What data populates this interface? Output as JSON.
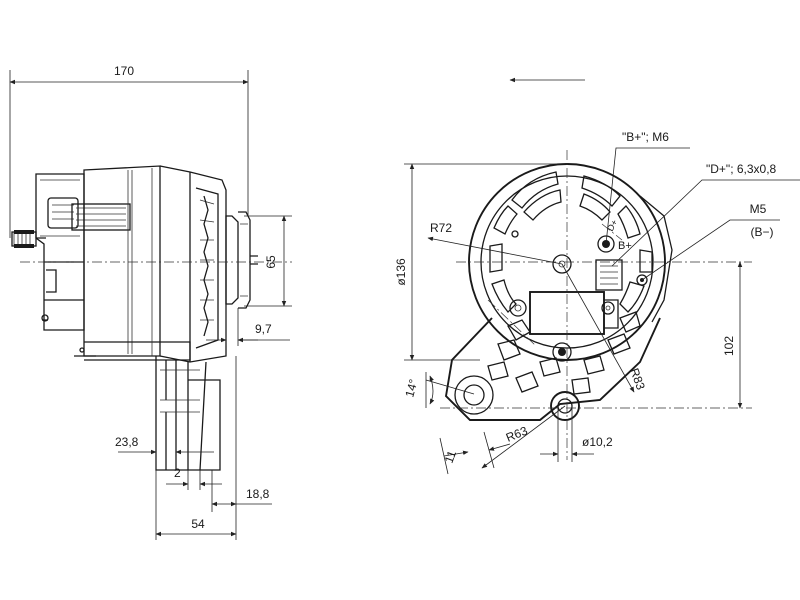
{
  "side_view": {
    "dims": {
      "overall_width": "170",
      "pulley_diameter": "65",
      "pulley_offset": "9,7",
      "mount_offset": "23,8",
      "foot_gap": "2",
      "foot_width": "18,8",
      "foot_span": "54"
    }
  },
  "front_view": {
    "callouts": {
      "b_plus_terminal": "\"B+\"; M6",
      "d_plus_terminal": "\"D+\"; 6,3x0,8",
      "m5_thread": "M5",
      "b_minus": "(B−)",
      "b_plus_mark": "B+",
      "d_plus_mark": "D+"
    },
    "dims": {
      "housing_diameter": "ø136",
      "radius_r72": "R72",
      "radius_r83": "R83",
      "radius_r63": "R63",
      "mount_height": "102",
      "ear_angle": "14°",
      "ear_width": "11",
      "hole_diameter": "ø10,2"
    }
  }
}
